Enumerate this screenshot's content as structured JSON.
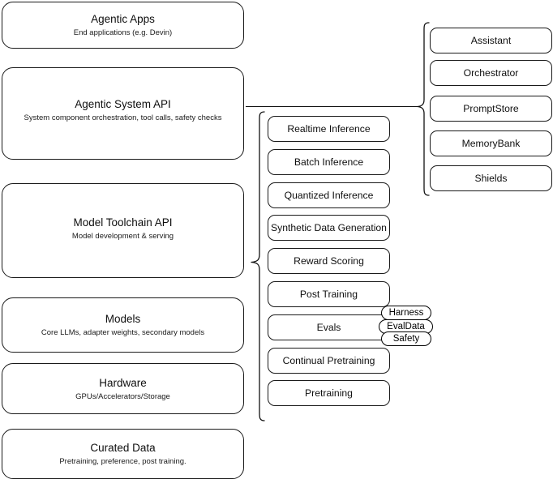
{
  "diagram": {
    "title": "AI stack layered architecture",
    "accent_color": "#111111",
    "surface_color": "#ffffff"
  },
  "layers": [
    {
      "id": "agentic-apps",
      "title": "Agentic Apps",
      "subtitle": "End applications (e.g. Devin)"
    },
    {
      "id": "agentic-system-api",
      "title": "Agentic System API",
      "subtitle": "System component orchestration, tool calls, safety checks"
    },
    {
      "id": "model-toolchain-api",
      "title": "Model Toolchain API",
      "subtitle": "Model development & serving"
    },
    {
      "id": "models",
      "title": "Models",
      "subtitle": "Core LLMs, adapter weights, secondary models"
    },
    {
      "id": "hardware",
      "title": "Hardware",
      "subtitle": "GPUs/Accelerators/Storage"
    },
    {
      "id": "curated-data",
      "title": "Curated Data",
      "subtitle": "Pretraining, preference, post training."
    }
  ],
  "toolchain_components": [
    {
      "id": "realtime-inference",
      "label": "Realtime Inference"
    },
    {
      "id": "batch-inference",
      "label": "Batch Inference"
    },
    {
      "id": "quantized-inference",
      "label": "Quantized Inference"
    },
    {
      "id": "synthetic-data-generation",
      "label": "Synthetic Data Generation"
    },
    {
      "id": "reward-scoring",
      "label": "Reward Scoring"
    },
    {
      "id": "post-training",
      "label": "Post Training"
    },
    {
      "id": "evals",
      "label": "Evals"
    },
    {
      "id": "continual-pretraining",
      "label": "Continual Pretraining"
    },
    {
      "id": "pretraining",
      "label": "Pretraining"
    }
  ],
  "agentic_components": [
    {
      "id": "assistant",
      "label": "Assistant"
    },
    {
      "id": "orchestrator",
      "label": "Orchestrator"
    },
    {
      "id": "promptstore",
      "label": "PromptStore"
    },
    {
      "id": "memorybank",
      "label": "MemoryBank"
    },
    {
      "id": "shields",
      "label": "Shields"
    }
  ],
  "eval_pills": [
    {
      "id": "harness",
      "label": "Harness"
    },
    {
      "id": "evaldata",
      "label": "EvalData"
    },
    {
      "id": "safety",
      "label": "Safety"
    }
  ]
}
